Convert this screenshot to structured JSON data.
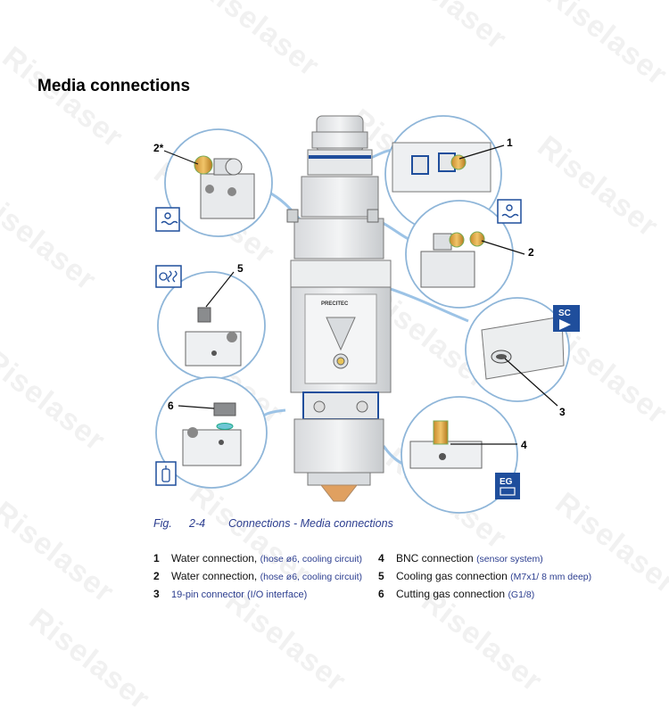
{
  "watermark_text": "Riselaser",
  "title": "Media connections",
  "caption": {
    "fig": "Fig.",
    "number": "2-4",
    "text": "Connections - Media connections"
  },
  "callouts": [
    "2*",
    "1",
    "5",
    "2",
    "3",
    "6",
    "4"
  ],
  "head_brand": "PRECITEC",
  "badges": {
    "sc": "SC",
    "eg": "EG"
  },
  "legend_left": [
    {
      "num": "1",
      "label": "Water connection,",
      "detail": "(hose ø6, cooling circuit)"
    },
    {
      "num": "2",
      "label": "Water connection,",
      "detail": "(hose ø6, cooling circuit)"
    },
    {
      "num": "3",
      "label": "",
      "detail": "19-pin connector (I/O interface)"
    }
  ],
  "legend_right": [
    {
      "num": "4",
      "label": "BNC connection",
      "detail": "(sensor system)"
    },
    {
      "num": "5",
      "label": "Cooling gas connection",
      "detail": "(M7x1/ 8 mm deep)"
    },
    {
      "num": "6",
      "label": "Cutting gas connection",
      "detail": "(G1/8)"
    }
  ],
  "colors": {
    "accent_blue": "#1f4e9c",
    "caption_blue": "#2b3d8f",
    "circle_stroke": "#8fb6d9",
    "hose": "#9cc3e6"
  }
}
